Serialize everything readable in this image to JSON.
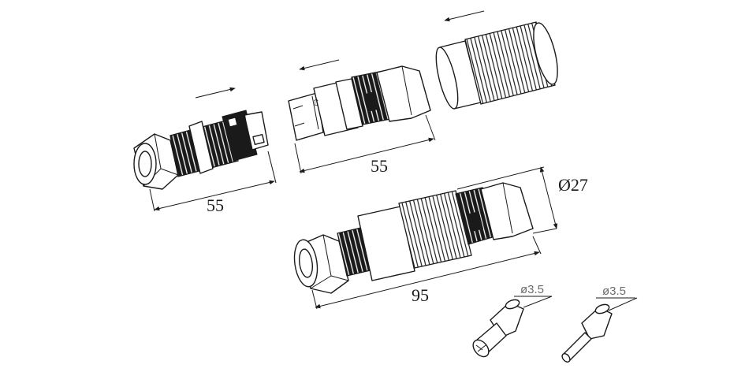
{
  "dimensions": {
    "plug_length": "55",
    "socket_length": "55",
    "assembled_length": "95",
    "assembled_diameter": "Ø27",
    "pin_diameter_left": "ø3.5",
    "pin_diameter_right": "ø3.5"
  },
  "colors": {
    "line": "#1a1a1a",
    "background": "#ffffff"
  }
}
